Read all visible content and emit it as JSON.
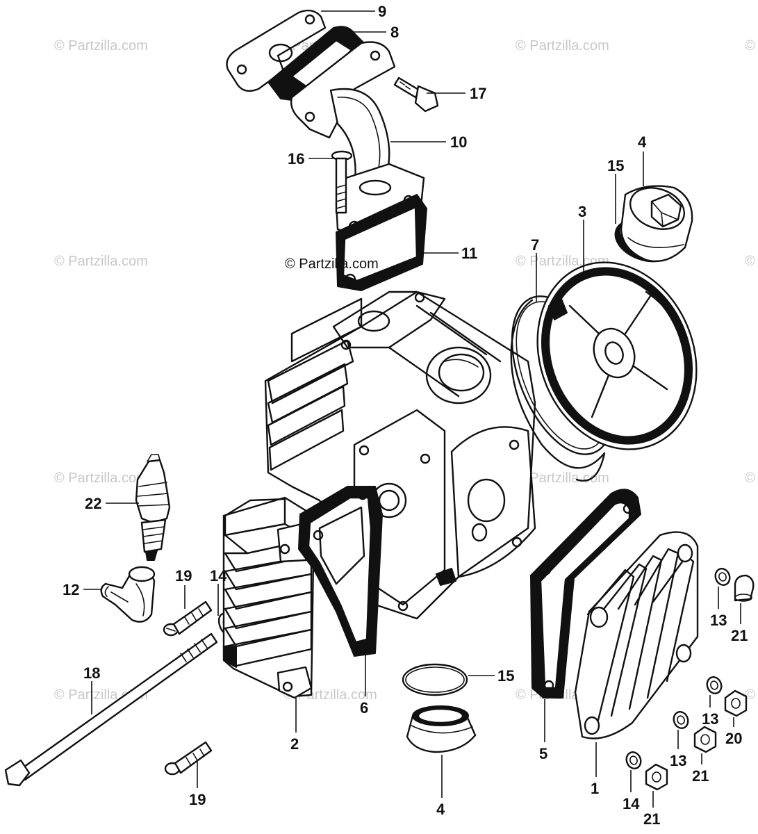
{
  "watermark": {
    "text": "© Partzilla.com",
    "featured_text": "© Partzilla.com",
    "right_edge_glyph": "©"
  },
  "callouts": [
    {
      "id": "c9",
      "label": "9"
    },
    {
      "id": "c8",
      "label": "8"
    },
    {
      "id": "c17",
      "label": "17"
    },
    {
      "id": "c10",
      "label": "10"
    },
    {
      "id": "c16",
      "label": "16"
    },
    {
      "id": "c4a",
      "label": "4"
    },
    {
      "id": "c15a",
      "label": "15"
    },
    {
      "id": "c3",
      "label": "3"
    },
    {
      "id": "c7",
      "label": "7"
    },
    {
      "id": "c11",
      "label": "11"
    },
    {
      "id": "c22",
      "label": "22"
    },
    {
      "id": "c12",
      "label": "12"
    },
    {
      "id": "c19a",
      "label": "19"
    },
    {
      "id": "c14a",
      "label": "14"
    },
    {
      "id": "c18",
      "label": "18"
    },
    {
      "id": "c2",
      "label": "2"
    },
    {
      "id": "c6",
      "label": "6"
    },
    {
      "id": "c15b",
      "label": "15"
    },
    {
      "id": "c4b",
      "label": "4"
    },
    {
      "id": "c5",
      "label": "5"
    },
    {
      "id": "c1",
      "label": "1"
    },
    {
      "id": "c13a",
      "label": "13"
    },
    {
      "id": "c21a",
      "label": "21"
    },
    {
      "id": "c13b",
      "label": "13"
    },
    {
      "id": "c20",
      "label": "20"
    },
    {
      "id": "c13c",
      "label": "13"
    },
    {
      "id": "c21b",
      "label": "21"
    },
    {
      "id": "c14b",
      "label": "14"
    },
    {
      "id": "c21c",
      "label": "21"
    },
    {
      "id": "c19b",
      "label": "19"
    }
  ]
}
